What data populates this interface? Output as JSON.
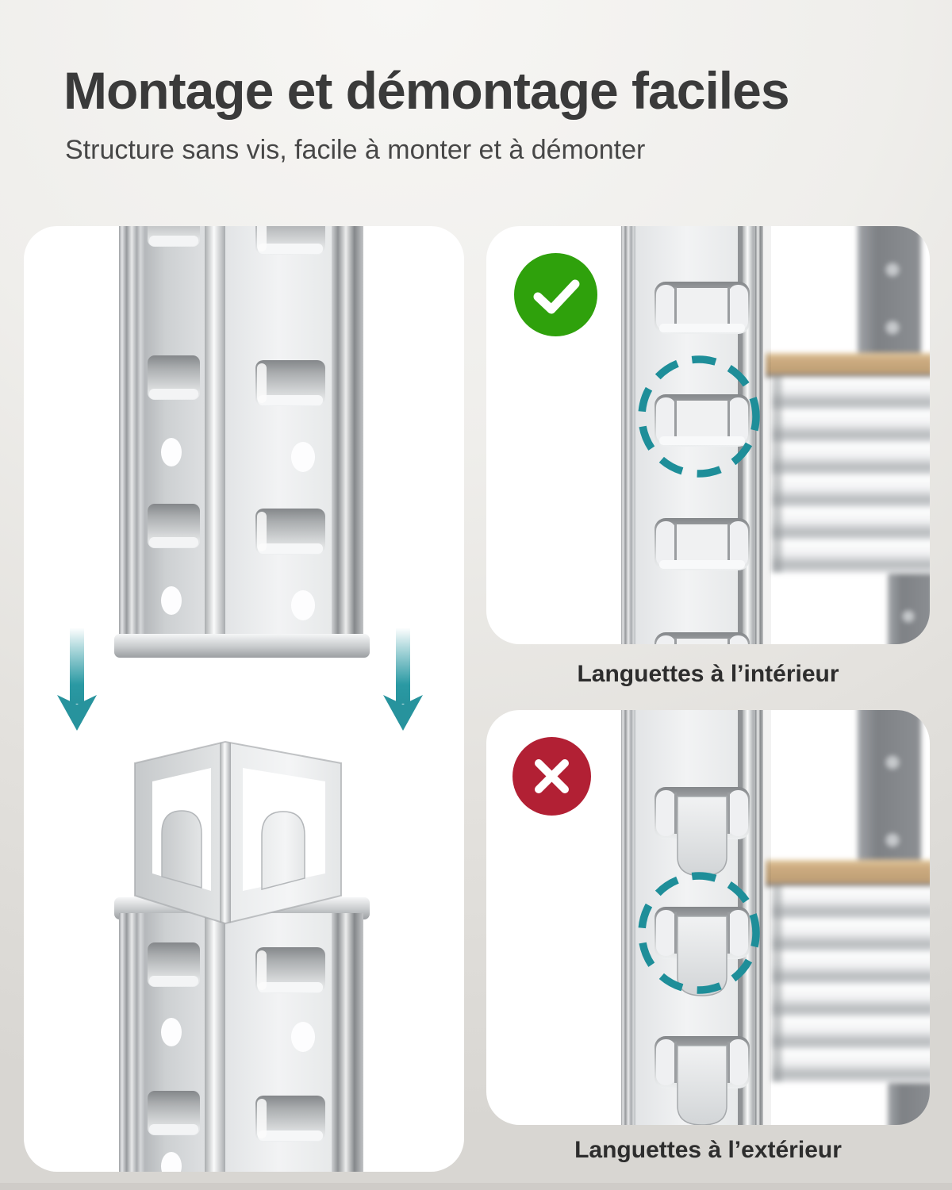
{
  "header": {
    "title": "Montage et démontage faciles",
    "subtitle": "Structure sans vis, facile à monter et à démonter"
  },
  "panels": {
    "exploded_view": {
      "illustration": "exploded-corner-post-with-connector",
      "arrow_icon": "down-arrow-icon"
    },
    "correct": {
      "icon": "check-icon",
      "glyph": "✓",
      "caption": "Languettes à l’intérieur"
    },
    "incorrect": {
      "icon": "cross-icon",
      "glyph": "✕",
      "caption": "Languettes à l’extérieur"
    }
  },
  "colors": {
    "accent_teal": "#27939D",
    "dashed_highlight_teal": "#1E8E99",
    "success_green": "#2FA10C",
    "error_red": "#B22034",
    "title_text": "#3A3A3A",
    "subtitle_text": "#474747",
    "caption_text": "#2D2D2D",
    "panel_background": "#FFFFFF",
    "page_background": "#EDEBE8",
    "wood_board": "#C9A87E",
    "metal_light": "#F2F3F4",
    "metal_dark": "#9A9DA0"
  }
}
